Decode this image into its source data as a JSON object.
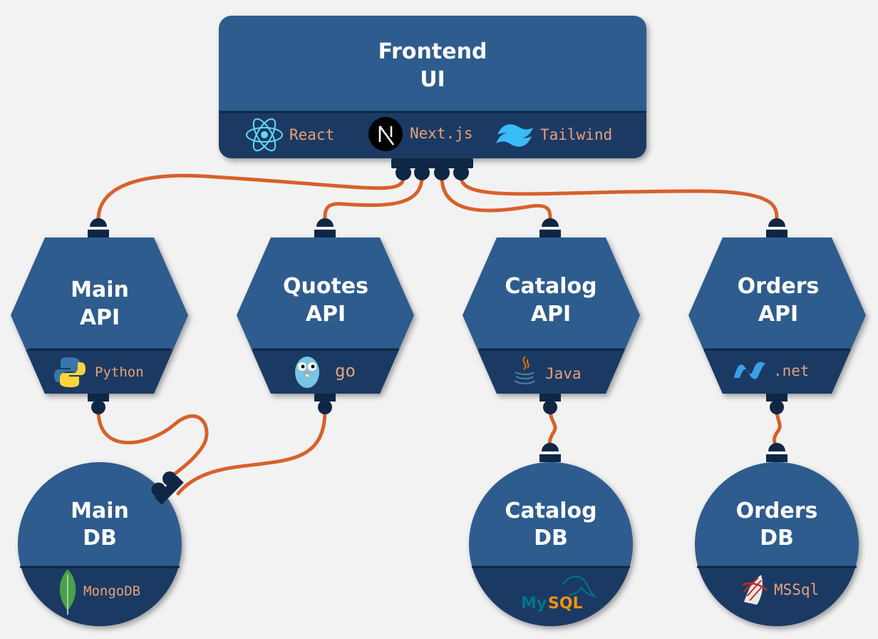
{
  "frontend": {
    "title_line1": "Frontend",
    "title_line2": "UI",
    "tech": [
      "React",
      "Next.js",
      "Tailwind"
    ],
    "tech_icons": [
      "react-icon",
      "nextjs-icon",
      "tailwind-icon"
    ]
  },
  "services": [
    {
      "line1": "Main",
      "line2": "API",
      "tech": "Python",
      "icon": "python-icon"
    },
    {
      "line1": "Quotes",
      "line2": "API",
      "tech": "go",
      "icon": "go-gopher-icon"
    },
    {
      "line1": "Catalog",
      "line2": "API",
      "tech": "Java",
      "icon": "java-icon"
    },
    {
      "line1": "Orders",
      "line2": "API",
      "tech": ".net",
      "icon": "dotnet-icon"
    }
  ],
  "databases": [
    {
      "line1": "Main",
      "line2": "DB",
      "tech": "MongoDB",
      "icon": "mongodb-leaf-icon"
    },
    {
      "line1": "Catalog",
      "line2": "DB",
      "logo_text": {
        "my": "My",
        "sql": "SQL"
      },
      "icon": "mysql-dolphin-icon"
    },
    {
      "line1": "Orders",
      "line2": "DB",
      "tech": "MSSql",
      "icon": "mssql-icon"
    }
  ],
  "colors": {
    "background": "#f2f2f2",
    "node_fill": "#2f5b8e",
    "band_fill": "#1b3a63",
    "connector": "#0f2745",
    "cable": "#d9602b",
    "tech_text": "#e8a07a",
    "title_text": "#ffffff"
  }
}
